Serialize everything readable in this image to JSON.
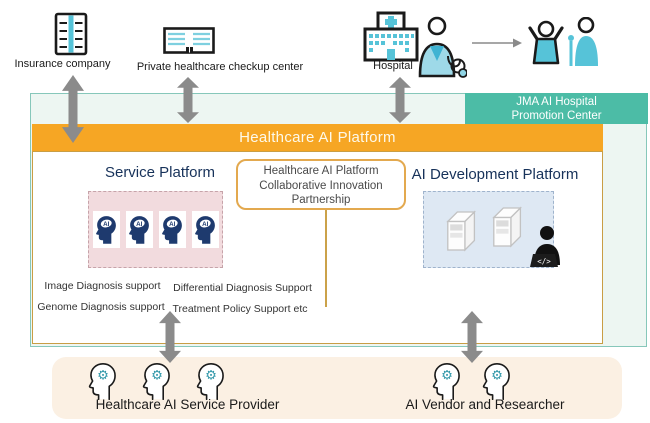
{
  "top_entities": {
    "insurance_label": "Insurance company",
    "checkup_label": "Private healthcare checkup center",
    "hospital_label": "Hospital"
  },
  "jma_box": {
    "line1": "JMA AI Hospital",
    "line2": "Promotion Center"
  },
  "platform_banner": "Healthcare AI Platform",
  "service_platform": {
    "title": "Service Platform",
    "ai_badge": "AI",
    "services": [
      "Image Diagnosis support",
      "Genome Diagnosis support",
      "Differential Diagnosis Support",
      "Treatment Policy Support etc"
    ]
  },
  "partnership_box": {
    "line1": "Healthcare AI Platform",
    "line2": "Collaborative Innovation",
    "line3": "Partnership"
  },
  "ai_dev_platform": {
    "title": "AI Development Platform",
    "laptop_glyph": "</>"
  },
  "bottom_groups": {
    "provider_label": "Healthcare AI Service Provider",
    "vendor_label": "AI Vendor and Researcher"
  },
  "icons": {
    "gear": "⚙"
  },
  "colors": {
    "teal": "#4CBCA6",
    "orange": "#F6A624",
    "mint_bg": "#EDF6F2",
    "icon_blue": "#56C3D8",
    "navy": "#1E3A6E",
    "arrow_gray": "#8B8B8B",
    "pink_bg": "#F2DBDE",
    "lightblue_bg": "#DEE8F3",
    "cream_bg": "#FBF0E3",
    "gold_border": "#C99E45"
  }
}
